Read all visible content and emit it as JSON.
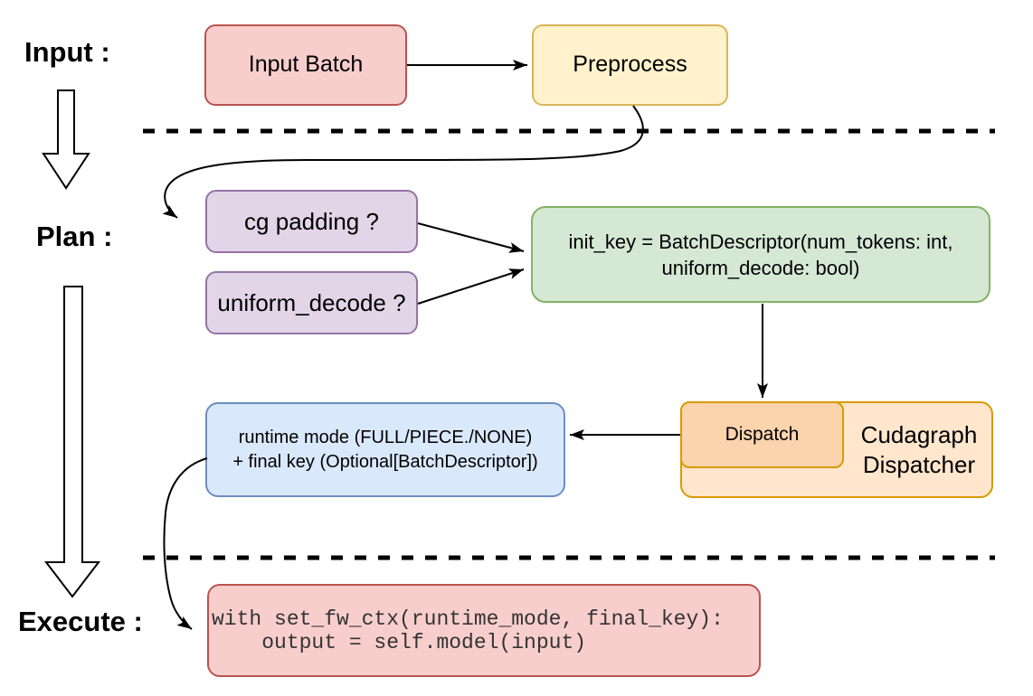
{
  "sections": {
    "input_label": "Input :",
    "plan_label": "Plan :",
    "execute_label": "Execute :"
  },
  "nodes": {
    "input_batch": {
      "label": "Input Batch",
      "fill": "#f8cecc",
      "stroke": "#b85450"
    },
    "preprocess": {
      "label": "Preprocess",
      "fill": "#fff2cc",
      "stroke": "#d6b656"
    },
    "cg_padding": {
      "label": "cg padding ?",
      "fill": "#e1d5e7",
      "stroke": "#9673a6"
    },
    "uniform_decode": {
      "label": "uniform_decode ?",
      "fill": "#e1d5e7",
      "stroke": "#9673a6"
    },
    "init_key": {
      "line1": "init_key = BatchDescriptor(num_tokens: int,",
      "line2": "uniform_decode: bool)",
      "fill": "#d5e8d4",
      "stroke": "#82b366"
    },
    "cudagraph_dispatcher": {
      "line1": "Cudagraph",
      "line2": "Dispatcher",
      "fill": "#ffe6cc",
      "stroke": "#d79b00"
    },
    "dispatch": {
      "label": "Dispatch",
      "fill": "#fbd3ad",
      "stroke": "#d79b00"
    },
    "runtime_mode": {
      "line1": "runtime mode (FULL/PIECE./NONE)",
      "line2": "+ final key (Optional[BatchDescriptor])",
      "fill": "#dae8fc",
      "stroke": "#6c8ebf"
    },
    "execute_code": {
      "line1": "with set_fw_ctx(runtime_mode, final_key):",
      "line2": "    output = self.model(input)",
      "fill": "#f8cecc",
      "stroke": "#b85450"
    }
  },
  "connector_color": "#000000"
}
